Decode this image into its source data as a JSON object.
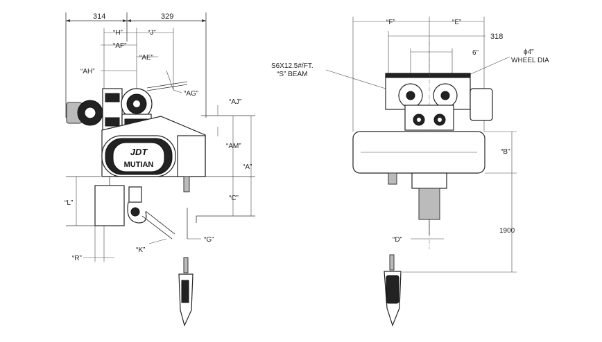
{
  "brand": {
    "line1": "JDT",
    "line2": "MUTIAN"
  },
  "side_view": {
    "dim_314": "314",
    "dim_329": "329",
    "dim_H": "“H”",
    "dim_J": "“J”",
    "dim_AF": "“AF”",
    "dim_AE": "“AE”",
    "dim_AH": "“AH”",
    "dim_AG": "“AG”",
    "dim_AJ": "“AJ”",
    "dim_AM": "“AM”",
    "dim_A": "“A”",
    "dim_C": "“C”",
    "dim_L": "“L”",
    "dim_G": "“G”",
    "dim_K": "“K”",
    "dim_R": "“R”"
  },
  "front_view": {
    "dim_F": "“F”",
    "dim_E": "“E”",
    "dim_318": "318",
    "dim_6": "6\"",
    "wheel_dia_line1": "ϕ4\"",
    "wheel_dia_line2": "WHEEL DIA",
    "beam_line1": "S6X12.5#/FT.",
    "beam_line2": "“S” BEAM",
    "dim_B": "“B”",
    "dim_D": "“D”",
    "dim_1900": "1900"
  }
}
